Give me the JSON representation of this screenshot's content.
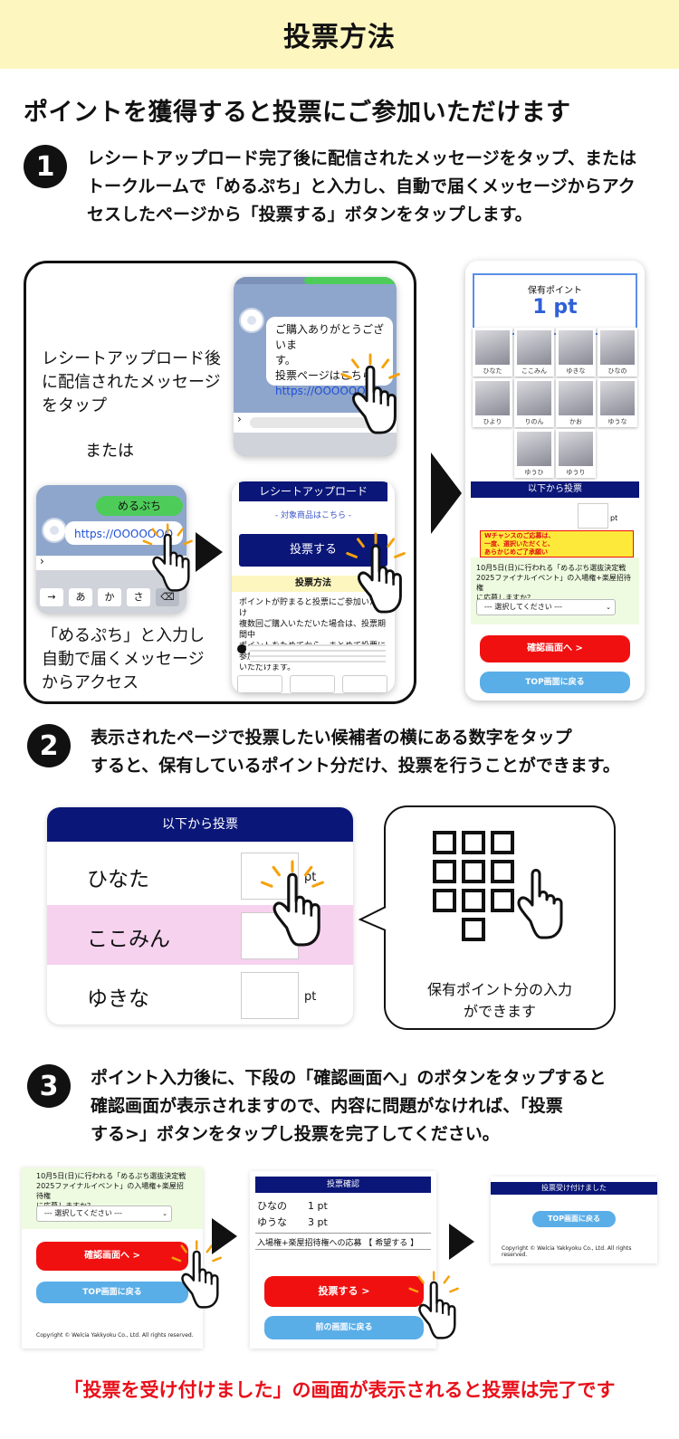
{
  "header": {
    "title": "投票方法"
  },
  "subtitle": "ポイントを獲得すると投票にご参加いただけます",
  "steps": [
    {
      "num": "1",
      "lines": [
        "レシートアップロード完了後に配信されたメッセージをタップ、または",
        "トークルームで「めるぷち」と入力し、自動で届くメッセージからアク",
        "セスしたページから「投票する」ボタンをタップします。"
      ]
    },
    {
      "num": "2",
      "lines": [
        "表示されたページで投票したい候補者の横にある数字をタップ",
        "すると、保有しているポイント分だけ、投票を行うことができます。"
      ]
    },
    {
      "num": "3",
      "lines": [
        "ポイント入力後に、下段の「確認画面へ」のボタンをタップすると",
        "確認画面が表示されますので、内容に問題がなければ、「投票",
        "する>」ボタンをタップし投票を完了してください。"
      ]
    }
  ],
  "step1": {
    "label_top": [
      "レシートアップロード後",
      "に配信されたメッセージ",
      "をタップ"
    ],
    "or_text": "または",
    "label_bottom": [
      "「めるぷち」と入力し",
      "自動で届くメッセージ",
      "からアクセス"
    ],
    "chat1": {
      "lines": [
        "ご購入ありがとうございま",
        "す。",
        "投票ページはこちら",
        "https://OOOOOO"
      ]
    },
    "chat2": {
      "pill": "めるぷち",
      "link": "https://OOOOOOO",
      "keys": [
        "→",
        "あ",
        "か",
        "さ",
        "⌫"
      ]
    },
    "vote_page": {
      "banner": "レシートアップロード",
      "subtext": "- 対象商品はこちら -",
      "button": "投票する",
      "section": "投票方法",
      "body": [
        "ポイントが貯まると投票にご参加いただけ",
        "複数回ご購入いただいた場合は、投票期間中",
        "ポイントをためてから、まとめて投票に参加",
        "いただけます。"
      ]
    },
    "right_phone": {
      "points_label": "保有ポイント",
      "points_value": "1 pt",
      "members": [
        "ひなた",
        "ここみん",
        "ゆきな",
        "ひなの",
        "ひより",
        "りのん",
        "かお",
        "ゆうな",
        "ゆうひ",
        "ゆうり"
      ],
      "vote_header": "以下から投票",
      "pt": "pt",
      "notice": [
        "Wチャンスのご応募は、",
        "一度、選択いただくと、",
        "あらかじめご了承願い"
      ],
      "question": [
        "10月5日(日)に行われる「めるぷち選抜決定戦",
        "2025ファイナルイベント」の入場権+楽屋招待権",
        "に応募しますか？"
      ],
      "select": "--- 選択してください ---",
      "confirm": "確認画面へ >",
      "top": "TOP画面に戻る"
    }
  },
  "step2": {
    "header": "以下から投票",
    "rows": [
      {
        "name": "ひなた",
        "pt": "pt"
      },
      {
        "name": "ここみん",
        "pt": ""
      },
      {
        "name": "ゆきな",
        "pt": "pt"
      }
    ],
    "bubble_text": [
      "保有ポイント分の入力",
      "ができます"
    ]
  },
  "step3": {
    "left": {
      "question": [
        "10月5日(日)に行われる「めるぷち選抜決定戦",
        "2025ファイナルイベント」の入場権+楽屋招待権",
        "に応募しますか？"
      ],
      "select": "--- 選択してください ---",
      "confirm": "確認画面へ >",
      "top": "TOP画面に戻る",
      "copyright": "Copyright © Welcia Yakkyoku Co., Ltd. All rights reserved."
    },
    "middle": {
      "header": "投票確認",
      "rows": [
        {
          "name": "ひなの",
          "pt": "1 pt"
        },
        {
          "name": "ゆうな",
          "pt": "3 pt"
        }
      ],
      "apply": "入場権+楽屋招待権への応募 【 希望する 】",
      "vote": "投票する >",
      "back": "前の画面に戻る"
    },
    "right": {
      "header": "投票受け付けました",
      "top": "TOP画面に戻る",
      "copyright": "Copyright © Welcia Yakkyoku Co., Ltd. All rights reserved."
    }
  },
  "footer": "「投票を受け付けました」の画面が表示されると投票は完了です",
  "colors": {
    "header_bg": "#fdf6bf",
    "navy": "#0a1678",
    "red": "#f01010",
    "blue": "#5aaee8",
    "pink": "#f6d2ef",
    "footer": "#e8101a"
  }
}
